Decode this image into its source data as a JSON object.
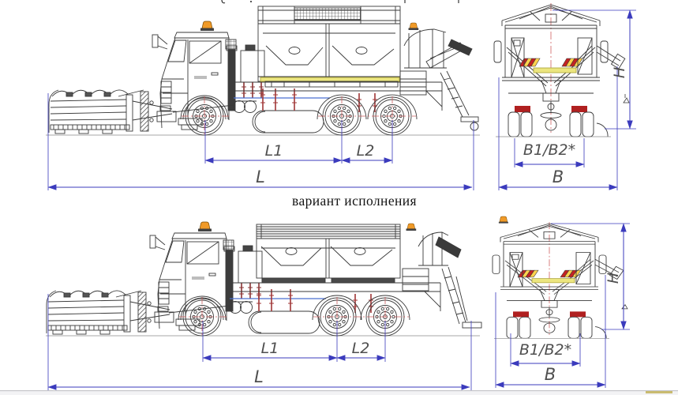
{
  "caption": "вариант исполнения",
  "dimensions": {
    "l1": "L1",
    "l2": "L2",
    "l": "L",
    "b1b2": "B1/B2*",
    "b": "B",
    "h": "H"
  },
  "colors": {
    "line": "#3a3a3a",
    "dimension_blue": "#3b3bbd",
    "centerline_red": "#cc5c5c",
    "stripe_yellow": "#ece67f",
    "beacon_orange": "#f09a28",
    "reflector_red": "#c32222",
    "reflector_yellow": "#ffd34d",
    "bottom_strip_tan": "#c9bb70"
  }
}
